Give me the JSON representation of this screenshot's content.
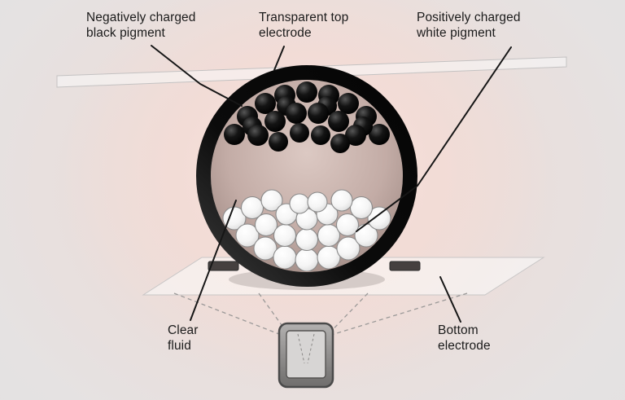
{
  "labels": {
    "black_pigment": "Negatively charged\nblack pigment",
    "top_electrode": "Transparent top\nelectrode",
    "white_pigment": "Positively charged\nwhite pigment",
    "clear_fluid": "Clear\nfluid",
    "bottom_electrode": "Bottom\nelectrode"
  },
  "colors": {
    "background": "#e3e1e1",
    "center_glow": "#f3d9d3",
    "capsule_ring": "#0a0a0a",
    "clear_fluid": "#c3aca6",
    "black_pigment": "#0d0d0d",
    "white_pigment": "#ffffff",
    "electrode_pad": "#45403f",
    "electrode_sheet": "#f4f3f3",
    "leader_line": "#161616",
    "projection_dash": "#9b9998",
    "device_body": "#8b8988",
    "device_screen": "#d7d5d4"
  }
}
